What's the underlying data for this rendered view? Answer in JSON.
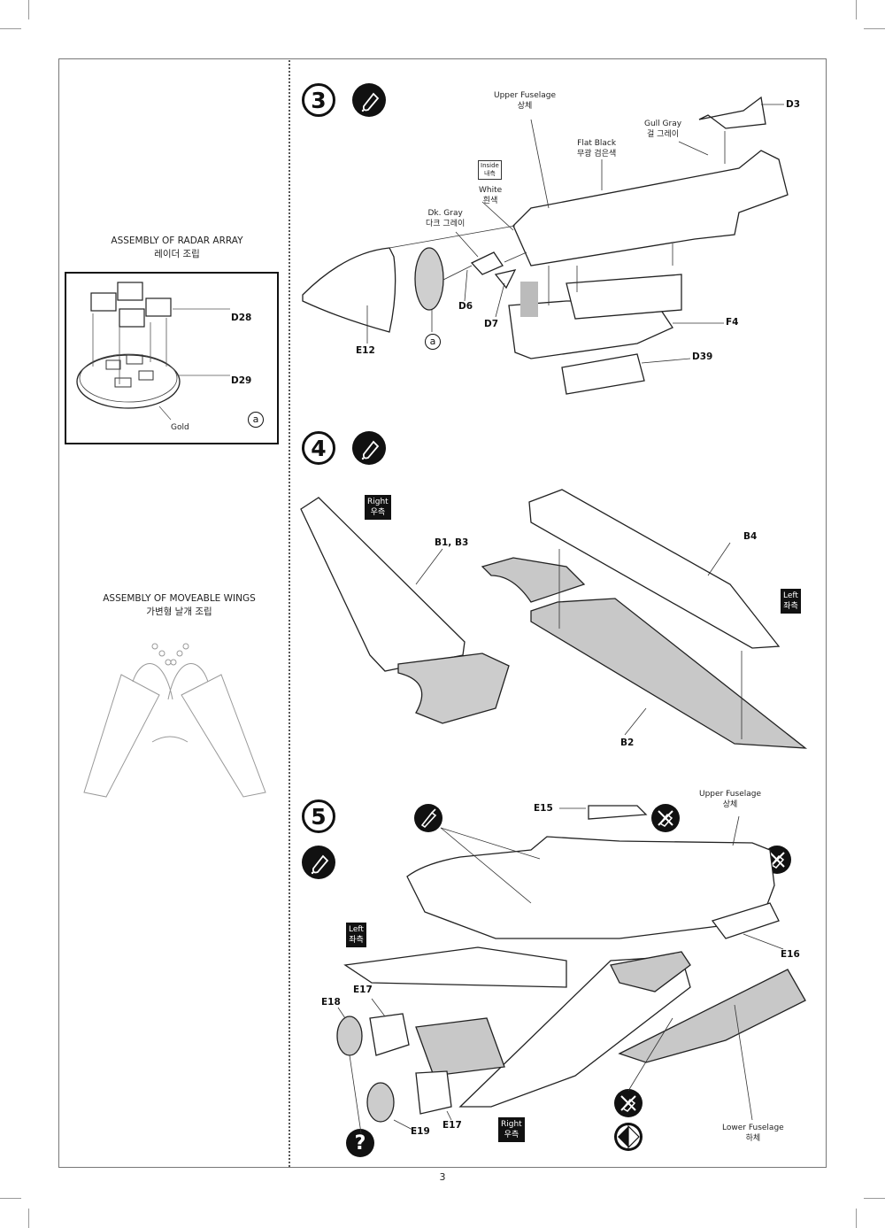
{
  "page": {
    "page_number": "3"
  },
  "left_panel": {
    "radar_array": {
      "title_en": "ASSEMBLY OF RADAR ARRAY",
      "title_ko": "레이더 조립",
      "parts": [
        "D28",
        "D29"
      ],
      "color_note": "Gold",
      "subassembly_marker": "a"
    },
    "moveable_wings": {
      "title_en": "ASSEMBLY OF MOVEABLE WINGS",
      "title_ko": "가변형 날개 조립"
    }
  },
  "steps": [
    {
      "number": "3",
      "icon": "glue-bottle-icon",
      "labels": {
        "upper_fuselage_en": "Upper Fuselage",
        "upper_fuselage_ko": "상체",
        "gull_gray_en": "Gull Gray",
        "gull_gray_ko": "걸 그레이",
        "flat_black_en": "Flat Black",
        "flat_black_ko": "무광 검은색",
        "inside_en": "Inside",
        "inside_ko": "내측",
        "white_en": "White",
        "white_ko": "흰색",
        "dk_gray_en": "Dk. Gray",
        "dk_gray_ko": "다크 그레이"
      },
      "parts": {
        "d3": "D3",
        "d6": "D6",
        "d7": "D7",
        "e12": "E12",
        "f4": "F4",
        "d39": "D39",
        "marker": "a"
      }
    },
    {
      "number": "4",
      "icon": "glue-bottle-icon",
      "sides": {
        "right_en": "Right",
        "right_ko": "우측",
        "left_en": "Left",
        "left_ko": "좌측"
      },
      "parts": {
        "b1b3": "B1, B3",
        "b4": "B4",
        "b2": "B2"
      }
    },
    {
      "number": "5",
      "icons": [
        "glue-bottle-icon",
        "hobby-knife-icon",
        "no-glue-icon",
        "no-glue-icon",
        "no-glue-icon",
        "question-icon",
        "flip-over-icon"
      ],
      "labels": {
        "upper_fuselage_en": "Upper Fuselage",
        "upper_fuselage_ko": "상체",
        "lower_fuselage_en": "Lower Fuselage",
        "lower_fuselage_ko": "하체"
      },
      "sides": {
        "left_en": "Left",
        "left_ko": "좌측",
        "right_en": "Right",
        "right_ko": "우측"
      },
      "parts": {
        "e15": "E15",
        "e16": "E16",
        "e17a": "E17",
        "e17b": "E17",
        "e18": "E18",
        "e19": "E19"
      }
    }
  ]
}
